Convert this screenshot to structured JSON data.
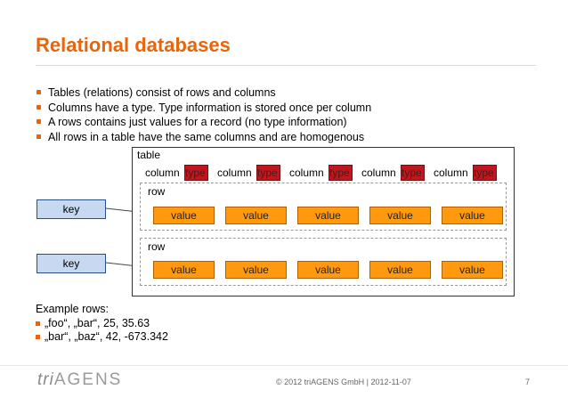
{
  "slide": {
    "title": "Relational databases",
    "bullets": [
      "Tables (relations) consist of rows and columns",
      "Columns have a type. Type information is stored once per column",
      "A rows contains just values for a record (no type information)",
      "All rows in a table have the same columns and are homogenous"
    ]
  },
  "diagram": {
    "table_label": "table",
    "columns": [
      {
        "name": "column",
        "type": "type"
      },
      {
        "name": "column",
        "type": "type"
      },
      {
        "name": "column",
        "type": "type"
      },
      {
        "name": "column",
        "type": "type"
      },
      {
        "name": "column",
        "type": "type"
      }
    ],
    "rows": [
      {
        "label": "row",
        "key": "key",
        "values": [
          "value",
          "value",
          "value",
          "value",
          "value"
        ]
      },
      {
        "label": "row",
        "key": "key",
        "values": [
          "value",
          "value",
          "value",
          "value",
          "value"
        ]
      }
    ]
  },
  "examples": {
    "title": "Example rows:",
    "items": [
      "„foo“, „bar“, 25, 35.63",
      "„bar“, „baz“, 42, -673.342"
    ]
  },
  "footer": {
    "logo_tri": "tri",
    "logo_agens": "AGENS",
    "copyright": "© 2012 triAGENS GmbH | 2012-11-07",
    "page_number": "7"
  },
  "colors": {
    "accent": "#e8650c",
    "type_cell": "#c0161e",
    "value_cell": "#ff9a0f",
    "key_cell": "#c6d9f1"
  }
}
